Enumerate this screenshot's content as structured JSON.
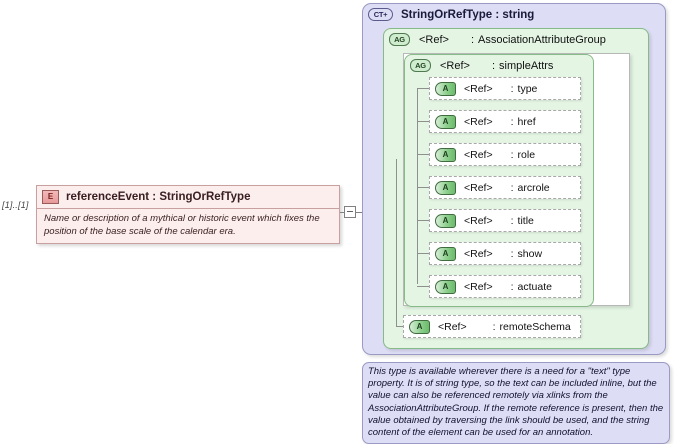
{
  "element": {
    "cardinality": "[1]..[1]",
    "icon": "element-icon",
    "icon_label": "E",
    "title": "referenceEvent : StringOrRefType",
    "description": "Name or description of a mythical or historic event which fixes the position of the base scale of the calendar era."
  },
  "connector": {
    "collapse_symbol": "−"
  },
  "complex_type": {
    "icon": "complextype-expand-icon",
    "icon_label": "CT+",
    "title": "StringOrRefType : string"
  },
  "attribute_group_outer": {
    "icon": "attributegroup-icon",
    "icon_label": "AG",
    "ref": "<Ref>",
    "separator": ":",
    "name": "AssociationAttributeGroup"
  },
  "attribute_group_inner": {
    "icon": "attributegroup-icon",
    "icon_label": "AG",
    "ref": "<Ref>",
    "separator": ":",
    "name": "simpleAttrs"
  },
  "attributes": [
    {
      "icon": "attribute-icon",
      "icon_label": "A",
      "ref": "<Ref>",
      "separator": ":",
      "name": "type"
    },
    {
      "icon": "attribute-icon",
      "icon_label": "A",
      "ref": "<Ref>",
      "separator": ":",
      "name": "href"
    },
    {
      "icon": "attribute-icon",
      "icon_label": "A",
      "ref": "<Ref>",
      "separator": ":",
      "name": "role"
    },
    {
      "icon": "attribute-icon",
      "icon_label": "A",
      "ref": "<Ref>",
      "separator": ":",
      "name": "arcrole"
    },
    {
      "icon": "attribute-icon",
      "icon_label": "A",
      "ref": "<Ref>",
      "separator": ":",
      "name": "title"
    },
    {
      "icon": "attribute-icon",
      "icon_label": "A",
      "ref": "<Ref>",
      "separator": ":",
      "name": "show"
    },
    {
      "icon": "attribute-icon",
      "icon_label": "A",
      "ref": "<Ref>",
      "separator": ":",
      "name": "actuate"
    }
  ],
  "remote_schema_attribute": {
    "icon": "attribute-icon",
    "icon_label": "A",
    "ref": "<Ref>",
    "separator": ":",
    "name": "remoteSchema"
  },
  "annotation": {
    "text": "This type is available wherever there is a need for a \"text\" type property. It is of string type, so the text can be included inline, but the value can also be referenced remotely via xlinks from the AssociationAttributeGroup. If the remote reference is present, then the value obtained by traversing the link should be used, and the string content of the element can be used for an annotation."
  },
  "colors": {
    "complextype_fill": "#ddddf5",
    "complextype_border": "#9a9ac4",
    "group_fill": "#e4f5e4",
    "group_border": "#86ba86",
    "element_fill": "#fdeeee",
    "element_border": "#c8a0a0",
    "attribute_row_fill": "#ffffff",
    "attribute_row_border": "#a8a8a8"
  }
}
